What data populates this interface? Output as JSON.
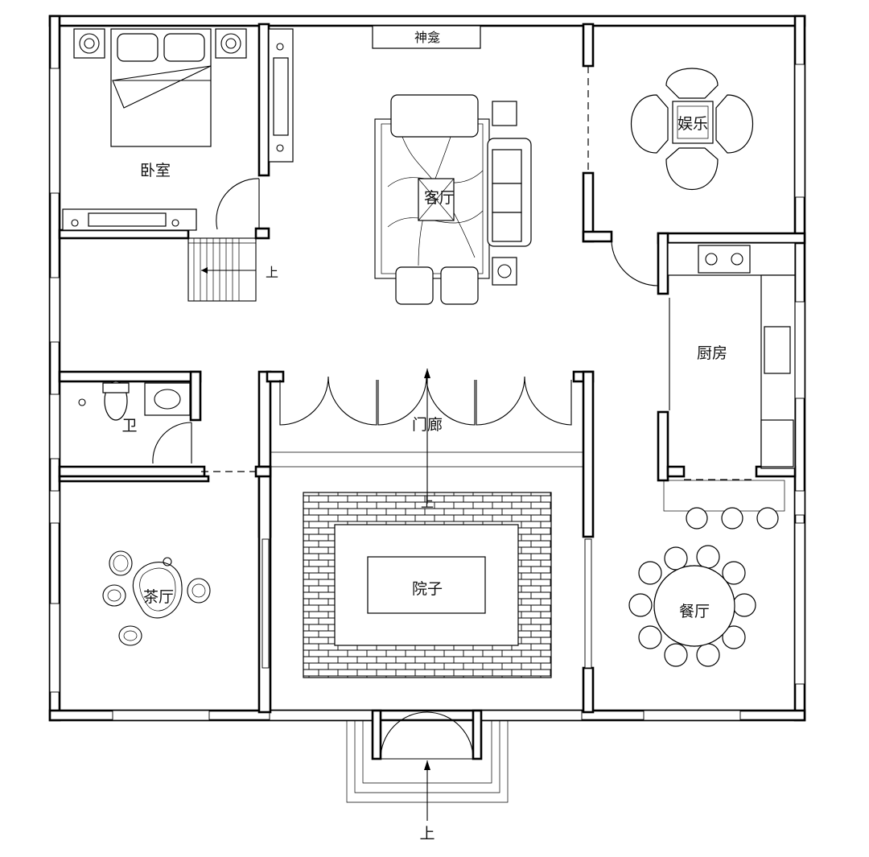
{
  "rooms": {
    "bedroom": "卧室",
    "shrine": "神龛",
    "living_room": "客厅",
    "entertainment": "娱乐",
    "kitchen": "厨房",
    "bathroom": "卫",
    "porch": "门廊",
    "courtyard": "院子",
    "tea_room": "茶厅",
    "dining_room": "餐厅"
  },
  "markers": {
    "stair_up": "上",
    "courtyard_up": "上",
    "entrance_up": "上"
  },
  "colors": {
    "line": "#000000",
    "background": "#ffffff"
  }
}
